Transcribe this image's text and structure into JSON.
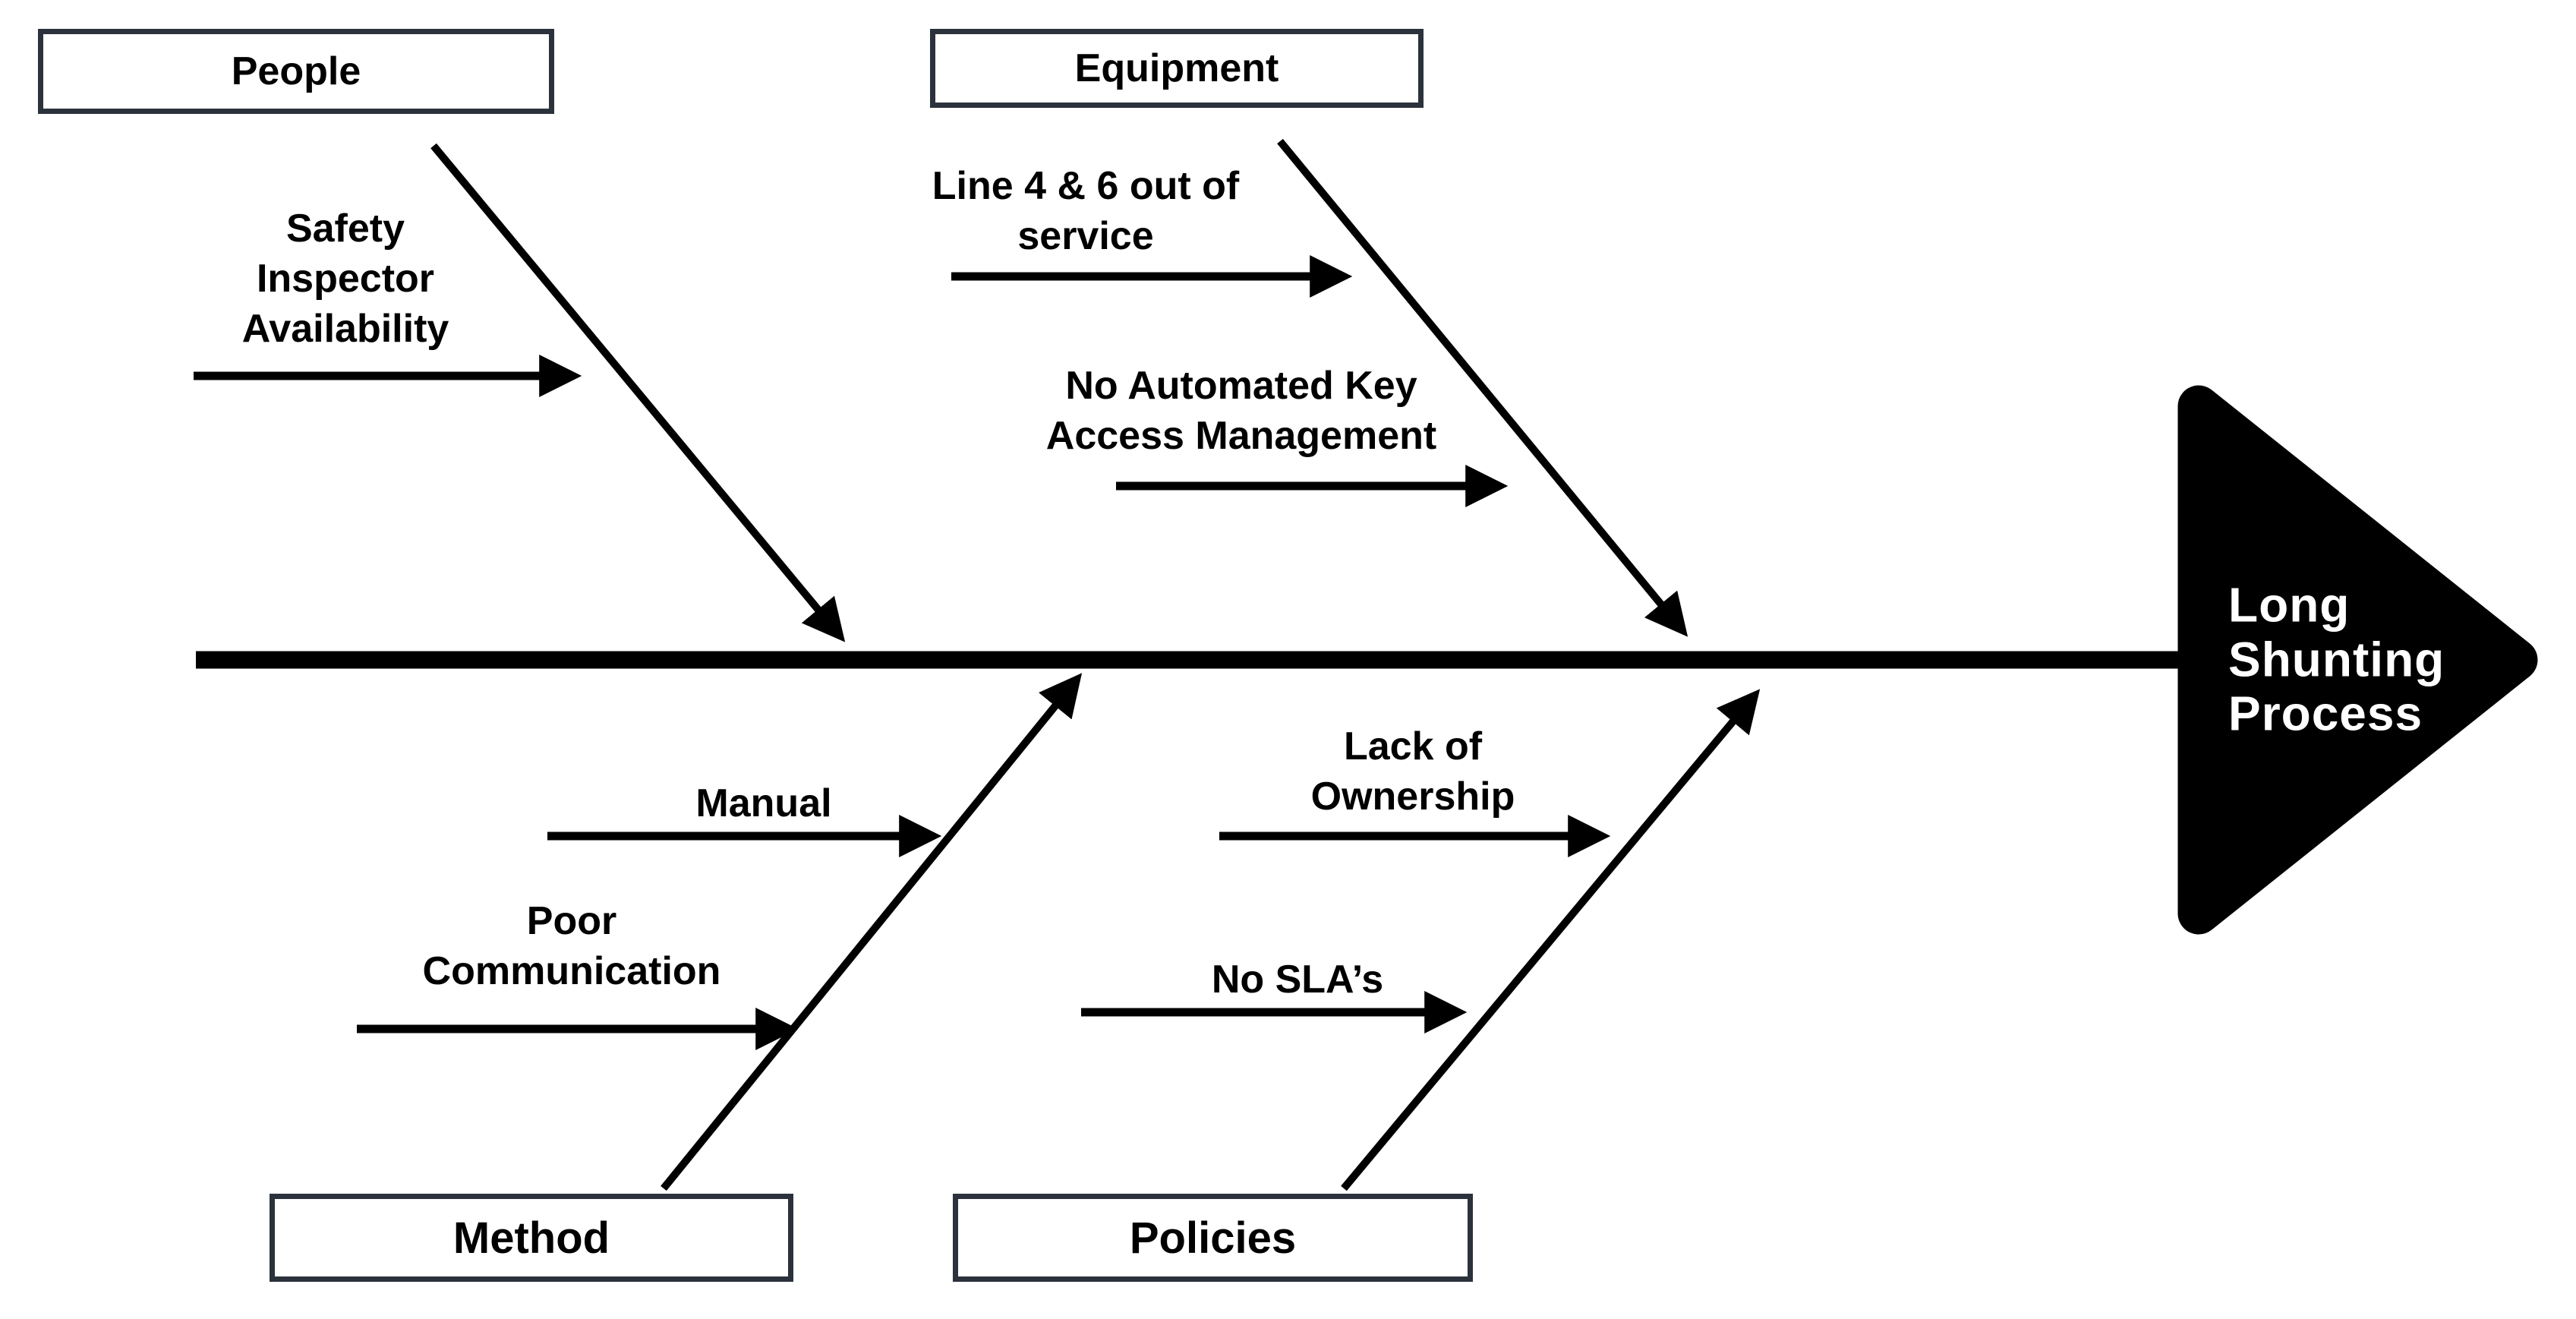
{
  "colors": {
    "ink": "#000000",
    "box_border": "#2b323c",
    "background": "#ffffff",
    "effect_text": "#ffffff"
  },
  "effect": {
    "label": "Long\nShunting\nProcess"
  },
  "categories": [
    {
      "label": "People",
      "position": "top",
      "causes": [
        {
          "label": "Safety\nInspector\nAvailability"
        }
      ]
    },
    {
      "label": "Equipment",
      "position": "top",
      "causes": [
        {
          "label": "Line 4 & 6 out of\nservice"
        },
        {
          "label": "No Automated Key\nAccess Management"
        }
      ]
    },
    {
      "label": "Method",
      "position": "bottom",
      "causes": [
        {
          "label": "Manual"
        },
        {
          "label": "Poor\nCommunication"
        }
      ]
    },
    {
      "label": "Policies",
      "position": "bottom",
      "causes": [
        {
          "label": "Lack of\nOwnership"
        },
        {
          "label": "No SLA’s"
        }
      ]
    }
  ]
}
